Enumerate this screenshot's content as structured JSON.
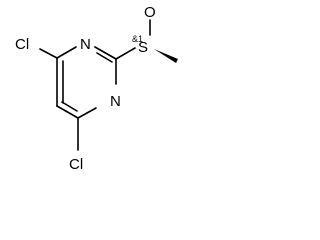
{
  "atoms": {
    "cl_top": "Cl",
    "n_top": "N",
    "s": "S",
    "o": "O",
    "n_bottom": "N",
    "cl_bottom": "Cl",
    "stereo_label": "&1"
  },
  "colors": {
    "bond": "#000000",
    "text": "#000000",
    "background": "#ffffff"
  }
}
